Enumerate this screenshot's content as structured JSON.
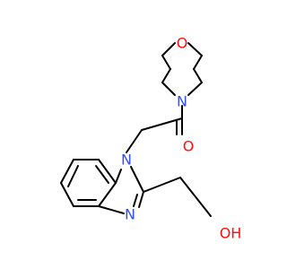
{
  "diagram": {
    "atoms": {
      "o_morph": {
        "label": "O",
        "color": "#ff0d0d"
      },
      "n_morph": {
        "label": "N",
        "color": "#3050f8"
      },
      "o_carbonyl": {
        "label": "O",
        "color": "#ff0d0d"
      },
      "n1": {
        "label": "N",
        "color": "#3050f8"
      },
      "n3": {
        "label": "N",
        "color": "#3050f8"
      },
      "oh": {
        "label": "OH",
        "color": "#ff0d0d"
      }
    }
  }
}
